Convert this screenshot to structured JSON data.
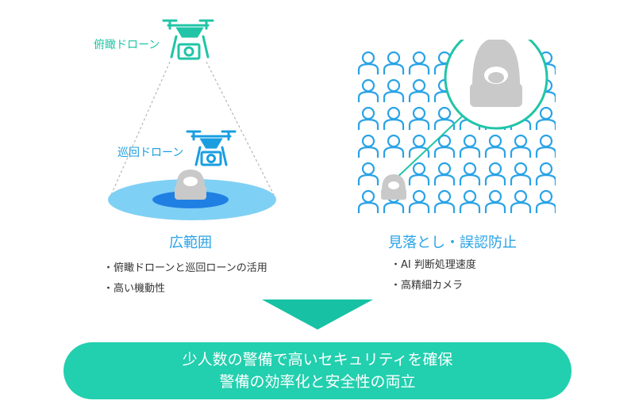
{
  "left": {
    "overhead_drone_label": "俯瞰ドローン",
    "patrol_drone_label": "巡回ドローン",
    "heading": "広範囲",
    "bullets": [
      "俯瞰ドローンと巡回ローンの活用",
      "高い機動性"
    ]
  },
  "right": {
    "heading": "見落とし・誤認防止",
    "bullets": [
      "AI 判断処理速度",
      "高精細カメラ"
    ]
  },
  "banner": {
    "line1": "少人数の警備で高いセキュリティを確保",
    "line2": "警備の効率化と安全性の両立"
  },
  "colors": {
    "teal": "#1fc5a6",
    "blue": "#2aa3e6",
    "arrow": "#17c2a4",
    "gray": "#c9c9c9"
  },
  "icons": [
    "drone-icon",
    "camera-icon",
    "person-icon",
    "hooded-person-icon",
    "magnifier-circle",
    "down-arrow"
  ]
}
